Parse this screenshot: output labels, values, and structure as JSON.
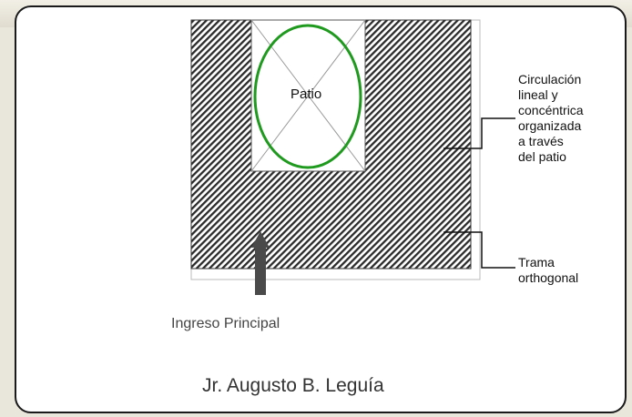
{
  "diagram": {
    "patio_label": "Patio",
    "circulation_label": "Circulación\nlineal y\nconcéntrica\norganizada\na través\ndel patio",
    "grid_label": "Trama\northogonal",
    "entrance_label": "Ingreso Principal",
    "street_label": "Jr. Augusto B. Leguía"
  },
  "colors": {
    "hatch": "#2b2b2b",
    "patio_ellipse": "#1f9a1f",
    "arrow": "#4a4a4a",
    "frame": "#1a1a1a"
  }
}
